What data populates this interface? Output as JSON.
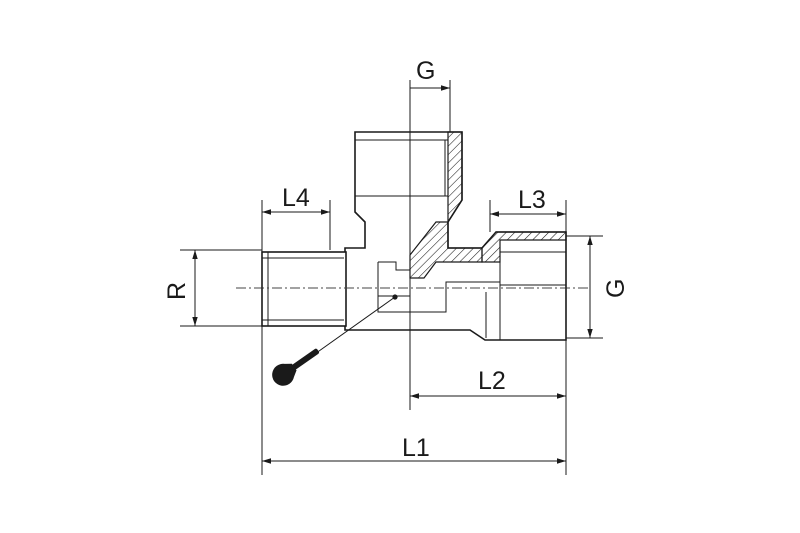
{
  "dimensions": {
    "top_thread": "G",
    "side_thread": "G",
    "male_thread": "R",
    "overall_length": "L1",
    "center_to_end": "L2",
    "side_thread_length": "L3",
    "male_thread_length": "L4"
  },
  "icons": {
    "wrench": "wrench-icon"
  },
  "colors": {
    "line": "#1a1a1a",
    "hatch": "#1a1a1a",
    "background": "#ffffff"
  }
}
